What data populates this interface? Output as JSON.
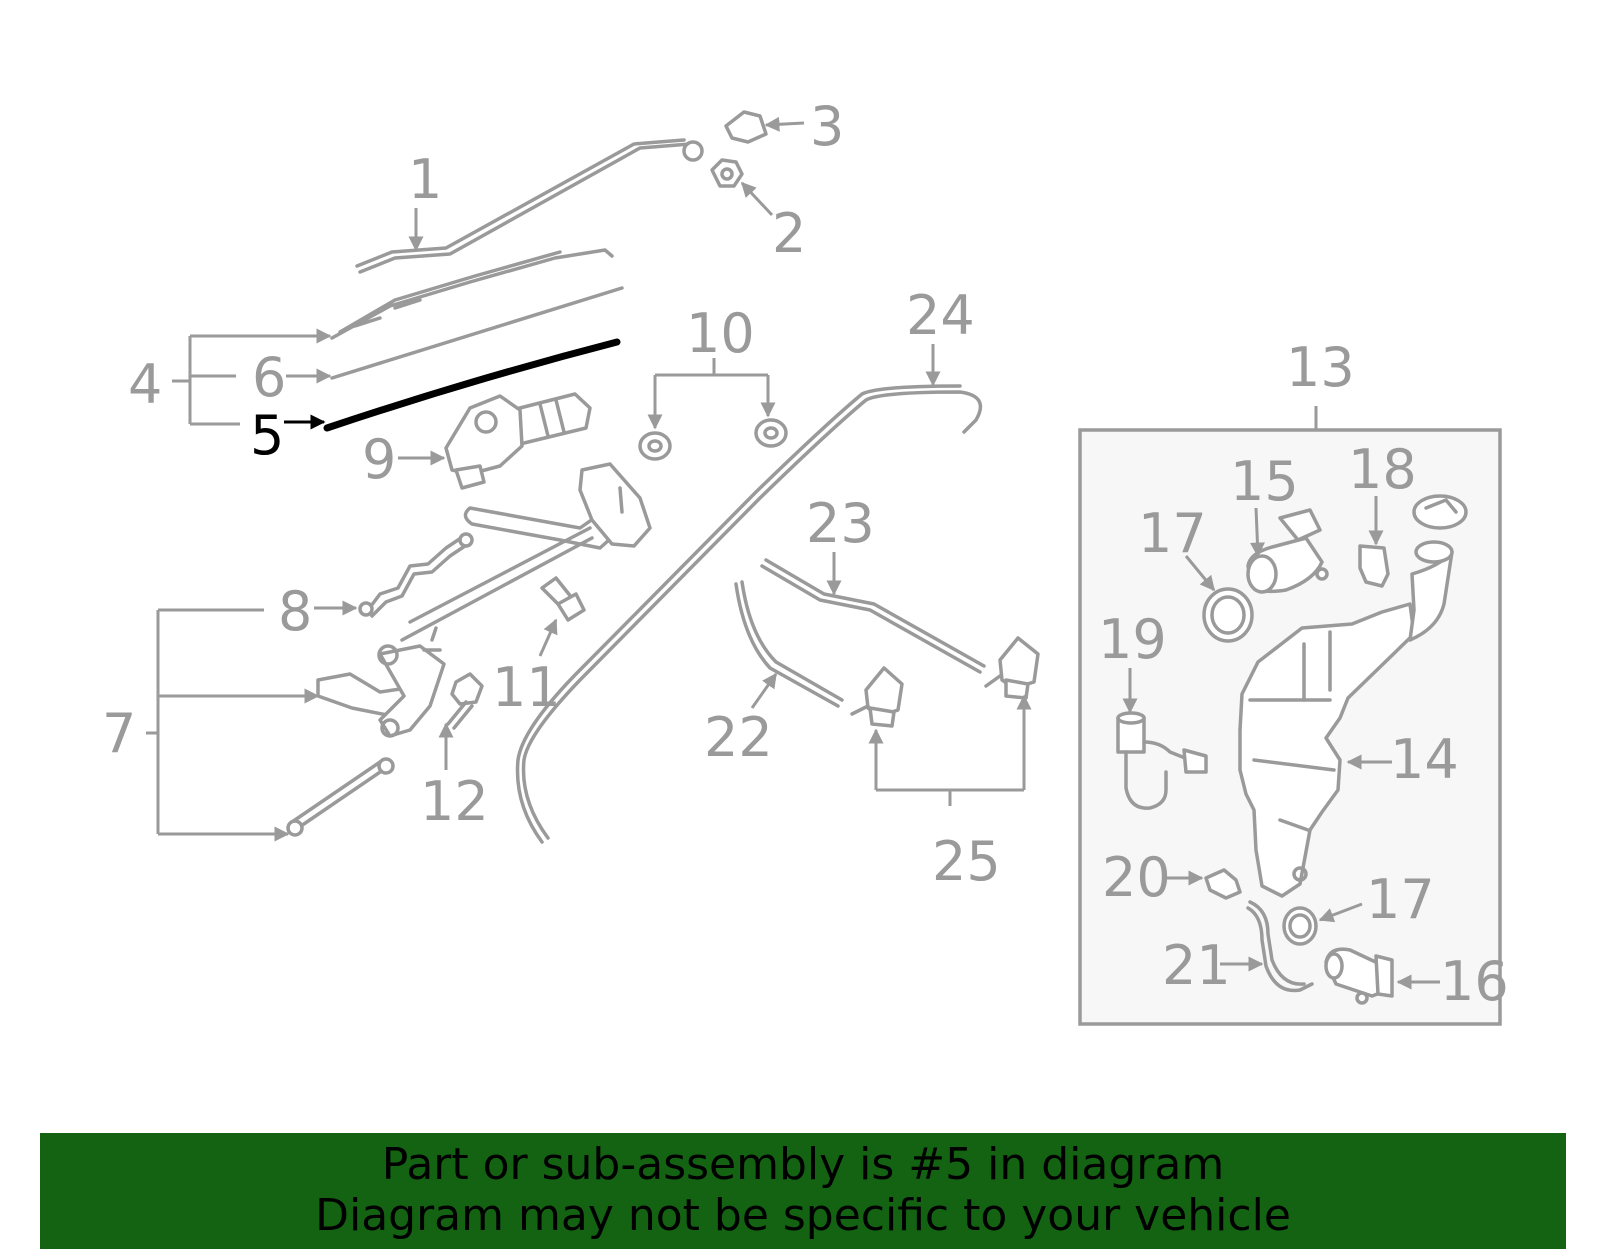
{
  "diagram": {
    "highlight_color": "#000000",
    "part_color": "#9a9a9a",
    "highlighted_part": "5",
    "callouts": {
      "c1": "1",
      "c2": "2",
      "c3": "3",
      "c4": "4",
      "c5": "5",
      "c6": "6",
      "c7": "7",
      "c8": "8",
      "c9": "9",
      "c10": "10",
      "c11": "11",
      "c12": "12",
      "c13": "13",
      "c14": "14",
      "c15": "15",
      "c16": "16",
      "c17a": "17",
      "c17b": "17",
      "c18": "18",
      "c19": "19",
      "c20": "20",
      "c21": "21",
      "c22": "22",
      "c23": "23",
      "c24": "24",
      "c25": "25"
    }
  },
  "banner": {
    "background": "#136313",
    "line1": "Part or sub-assembly is #5 in diagram",
    "line2": "Diagram may not be specific to your vehicle"
  }
}
